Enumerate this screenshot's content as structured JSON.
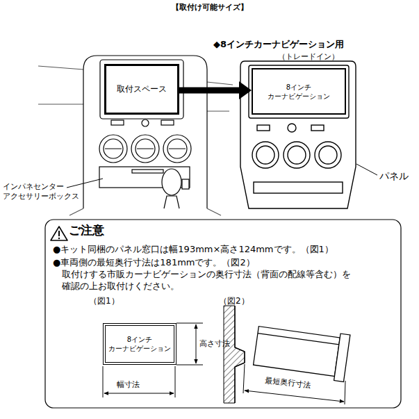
{
  "diagram": {
    "title": "【取付け可能サイズ】",
    "nodes": [
      {
        "text": [
          "取付スペース"
        ]
      },
      {
        "text": [
          "8インチ カーナビゲーション"
        ]
      },
      {
        "text": [
          "8インチ カーナビゲーション"
        ]
      }
    ],
    "edges": [
      {
        "from": 0,
        "to": 1,
        "arrow": "to"
      }
    ],
    "labels": [
      "◆8インチカーナビゲーション用",
      "（トレードイン）",
      "パネル",
      "インパネセンター アクセサリーボックス",
      "ご注意",
      "●キット同梱のパネル窓口は幅193mm×高さ124mmです。（図1）",
      "●車両側の最短奥行寸法は181mmです。（図2） 取付けする市販カーナビゲーションの奥行寸法（背面の配線等含む）を 確認の上お取付けください。",
      "（図1）",
      "（図2）",
      "高さ寸法",
      "幅寸法",
      "最短奥行寸法"
    ]
  }
}
